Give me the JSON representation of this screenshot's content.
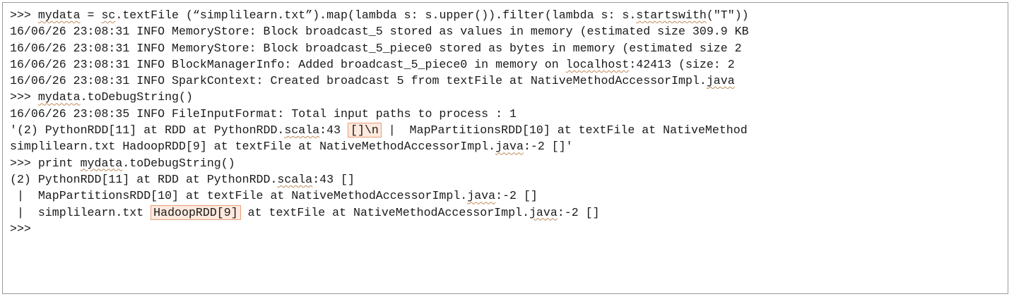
{
  "colors": {
    "background": "#ffffff",
    "text": "#1a1a1a",
    "border": "#9a9a9a",
    "highlight_border": "#e8a07a",
    "highlight_fill": "#fde9dd",
    "squiggle": "#c08a5a"
  },
  "lines": [
    [
      {
        "t": ">>> "
      },
      {
        "t": "mydata",
        "sq": true
      },
      {
        "t": " = "
      },
      {
        "t": "sc",
        "sq": true
      },
      {
        "t": ".textFile (“simplilearn.txt”).map(lambda s: s.upper()).filter(lambda s: s."
      },
      {
        "t": "startswith",
        "sq": true
      },
      {
        "t": "(\"T\"))"
      }
    ],
    [
      {
        "t": "16/06/26 23:08:31 INFO MemoryStore: Block broadcast_5 stored as values in memory (estimated size 309.9 KB"
      }
    ],
    [
      {
        "t": "16/06/26 23:08:31 INFO MemoryStore: Block broadcast_5_piece0 stored as bytes in memory (estimated size 2"
      }
    ],
    [
      {
        "t": "16/06/26 23:08:31 INFO BlockManagerInfo: Added broadcast_5_piece0 in memory on "
      },
      {
        "t": "localhost",
        "sq": true
      },
      {
        "t": ":42413 (size: 2"
      }
    ],
    [
      {
        "t": "16/06/26 23:08:31 INFO SparkContext: Created broadcast 5 from textFile at NativeMethodAccessorImpl."
      },
      {
        "t": "java",
        "sq": true
      }
    ],
    [
      {
        "t": ">>> "
      },
      {
        "t": "mydata",
        "sq": true
      },
      {
        "t": ".toDebugString()"
      }
    ],
    [
      {
        "t": "16/06/26 23:08:35 INFO FileInputFormat: Total input paths to process : 1"
      }
    ],
    [
      {
        "t": "'(2) PythonRDD[11] at RDD at PythonRDD."
      },
      {
        "t": "scala",
        "sq": true
      },
      {
        "t": ":43 "
      },
      {
        "t": "[]\\n",
        "hl": true
      },
      {
        "t": " |  MapPartitionsRDD[10] at textFile at NativeMethod"
      }
    ],
    [
      {
        "t": "simplilearn.txt HadoopRDD[9] at textFile at NativeMethodAccessorImpl."
      },
      {
        "t": "java",
        "sq": true
      },
      {
        "t": ":-2 []'"
      }
    ],
    [
      {
        "t": ">>> print "
      },
      {
        "t": "mydata",
        "sq": true
      },
      {
        "t": ".toDebugString()"
      }
    ],
    [
      {
        "t": "(2) PythonRDD[11] at RDD at PythonRDD."
      },
      {
        "t": "scala",
        "sq": true
      },
      {
        "t": ":43 []"
      }
    ],
    [
      {
        "t": " |  MapPartitionsRDD[10] at textFile at NativeMethodAccessorImpl."
      },
      {
        "t": "java",
        "sq": true
      },
      {
        "t": ":-2 []"
      }
    ],
    [
      {
        "t": " |  simplilearn.txt "
      },
      {
        "t": "HadoopRDD[9]",
        "hl": true
      },
      {
        "t": " at textFile at NativeMethodAccessorImpl."
      },
      {
        "t": "java",
        "sq": true
      },
      {
        "t": ":-2 []"
      }
    ],
    [
      {
        "t": ">>>"
      }
    ]
  ]
}
